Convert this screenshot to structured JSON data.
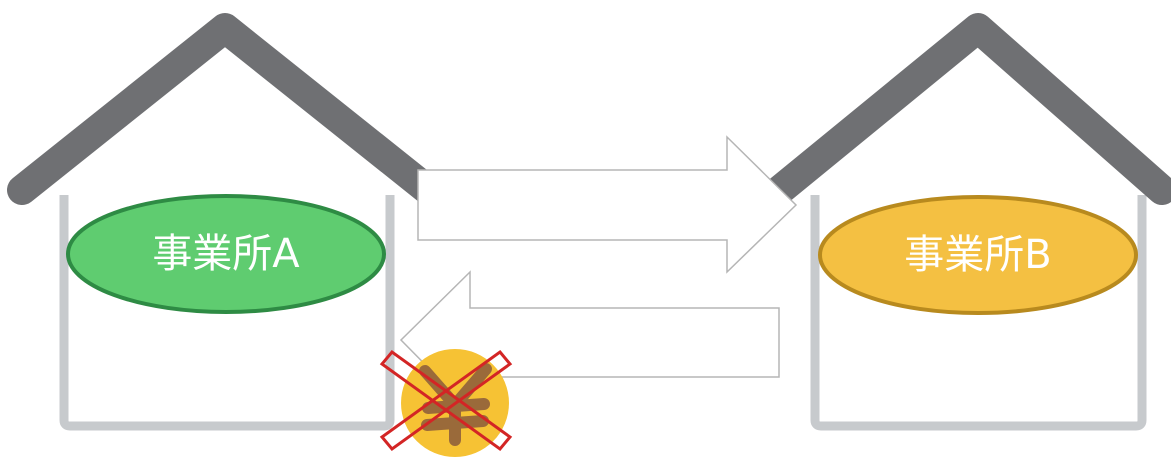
{
  "diagram": {
    "office_a": {
      "label": "事業所A",
      "fill": "#5fcc70",
      "stroke": "#2e8b44",
      "text_color": "#ffffff"
    },
    "office_b": {
      "label": "事業所B",
      "fill": "#f4c042",
      "stroke": "#b88a1e",
      "text_color": "#ffffff"
    },
    "house": {
      "roof_color": "#6f7073",
      "wall_color": "#c7cacd"
    },
    "arrows": {
      "stroke": "#b5b5b5",
      "fill": "#ffffff",
      "a_to_b": "right-arrow",
      "b_to_a": "left-arrow"
    },
    "payment": {
      "icon": "yen-coin-icon",
      "coin_color": "#f6c234",
      "symbol_color": "#9a6a3a",
      "cross_color": "#d32525",
      "crossed_out": true
    }
  }
}
